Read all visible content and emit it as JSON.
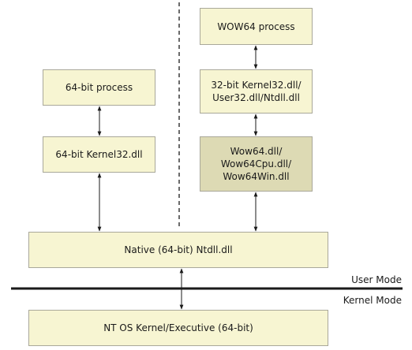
{
  "boxes": {
    "wow64_process": "WOW64 process",
    "process_64bit": "64-bit process",
    "kernel32_32bit": "32-bit Kernel32.dll/\nUser32.dll/Ntdll.dll",
    "kernel32_64bit": "64-bit Kernel32.dll",
    "wow64_dlls": "Wow64.dll/\nWow64Cpu.dll/\nWow64Win.dll",
    "native_ntdll": "Native (64-bit) Ntdll.dll",
    "nt_kernel": "NT OS Kernel/Executive (64-bit)"
  },
  "modes": {
    "user": "User Mode",
    "kernel": "Kernel Mode"
  },
  "colors": {
    "box_fill": "#f7f5d2",
    "box_fill_highlight": "#dddab4",
    "box_border": "#a9a89a",
    "line": "#1a1a1a"
  }
}
